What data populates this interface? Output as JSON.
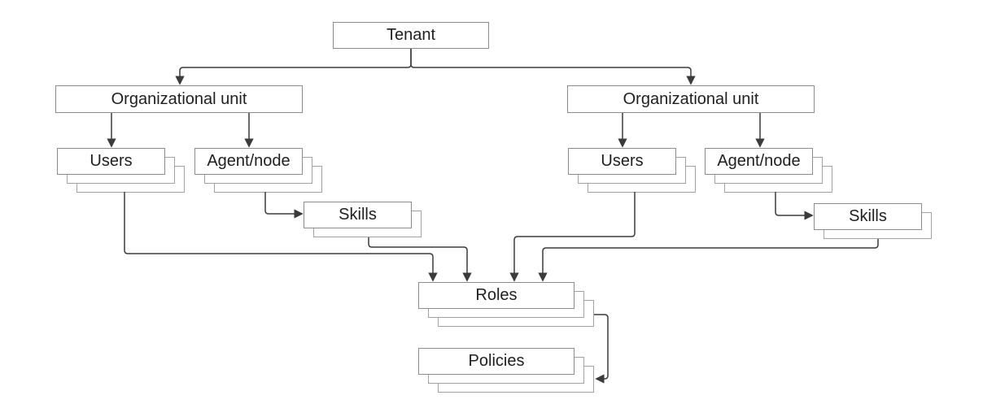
{
  "diagram": {
    "type": "hierarchy-flowchart",
    "background": "#ffffff",
    "colors": {
      "box_fill": "#ffffff",
      "box_border": "#8c8c8c",
      "stack_shadow_border": "#a2a2a2",
      "connector": "#3b3b3b",
      "text": "#1f1f1f"
    },
    "nodes": {
      "tenant": {
        "label": "Tenant",
        "stacked": false
      },
      "org_left": {
        "label": "Organizational unit",
        "stacked": false
      },
      "org_right": {
        "label": "Organizational unit",
        "stacked": false
      },
      "users_left": {
        "label": "Users",
        "stacked": true,
        "stack_layers": 3
      },
      "agent_left": {
        "label": "Agent/node",
        "stacked": true,
        "stack_layers": 3
      },
      "users_right": {
        "label": "Users",
        "stacked": true,
        "stack_layers": 3
      },
      "agent_right": {
        "label": "Agent/node",
        "stacked": true,
        "stack_layers": 3
      },
      "skills_left": {
        "label": "Skills",
        "stacked": true,
        "stack_layers": 2
      },
      "skills_right": {
        "label": "Skills",
        "stacked": true,
        "stack_layers": 2
      },
      "roles": {
        "label": "Roles",
        "stacked": true,
        "stack_layers": 3
      },
      "policies": {
        "label": "Policies",
        "stacked": true,
        "stack_layers": 3
      }
    },
    "edges": [
      {
        "from": "tenant",
        "to": "org_left",
        "arrow": "into top"
      },
      {
        "from": "tenant",
        "to": "org_right",
        "arrow": "into top"
      },
      {
        "from": "org_left",
        "to": "users_left",
        "arrow": "into top"
      },
      {
        "from": "org_left",
        "to": "agent_left",
        "arrow": "into top"
      },
      {
        "from": "org_right",
        "to": "users_right",
        "arrow": "into top"
      },
      {
        "from": "org_right",
        "to": "agent_right",
        "arrow": "into top"
      },
      {
        "from": "agent_left",
        "to": "skills_left",
        "arrow": "into left side"
      },
      {
        "from": "agent_right",
        "to": "skills_right",
        "arrow": "into left side"
      },
      {
        "from": "users_left",
        "to": "roles",
        "arrow": "into top"
      },
      {
        "from": "skills_left",
        "to": "roles",
        "arrow": "into top"
      },
      {
        "from": "users_right",
        "to": "roles",
        "arrow": "into top"
      },
      {
        "from": "skills_right",
        "to": "roles",
        "arrow": "into top"
      },
      {
        "from": "roles",
        "to": "policies",
        "arrow": "into right side"
      }
    ]
  }
}
